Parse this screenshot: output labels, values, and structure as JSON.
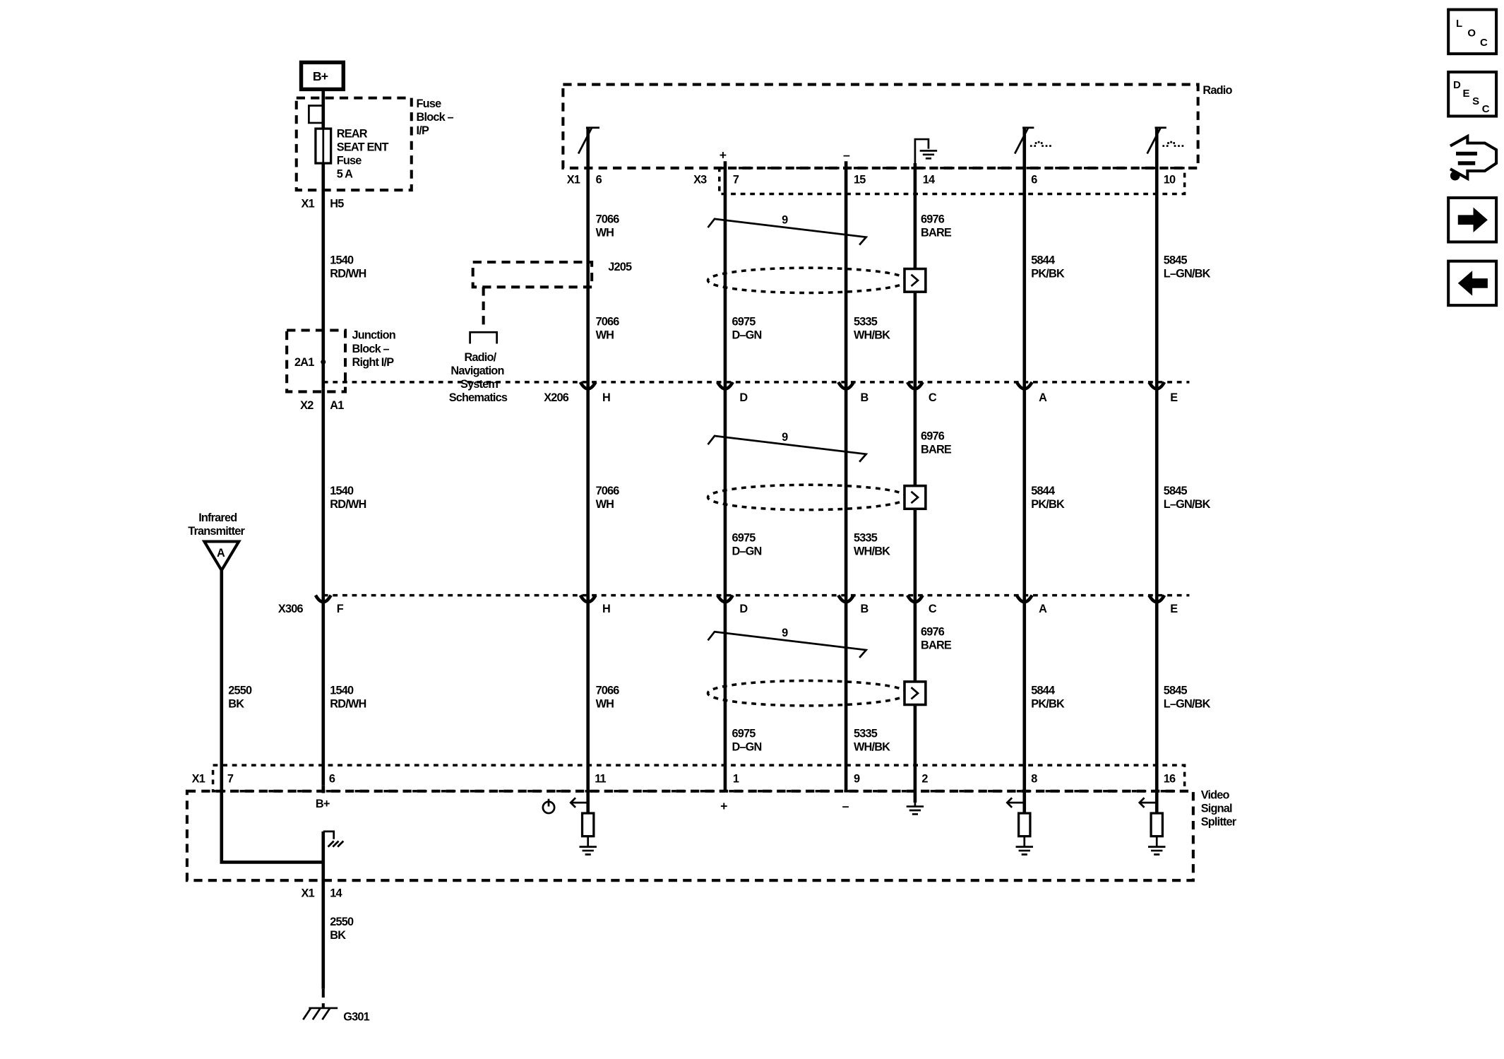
{
  "nav": {
    "loc": {
      "l1": "L",
      "l2": "O",
      "l3": "C"
    },
    "desc": {
      "l1": "D",
      "l2": "E",
      "l3": "S",
      "l4": "C"
    }
  },
  "labels": {
    "bplus": "B+",
    "fuse_block": [
      "Fuse",
      "Block –",
      "I/P"
    ],
    "fuse": [
      "REAR",
      "SEAT ENT",
      "Fuse",
      "5 A"
    ],
    "junction_block": [
      "Junction",
      "Block –",
      "Right I/P"
    ],
    "jb_pin": "2A1",
    "radio": "Radio",
    "j205": "J205",
    "radio_nav_ref": [
      "Radio/",
      "Navigation",
      "System",
      "Schematics"
    ],
    "ir_transmitter": [
      "Infrared",
      "Transmitter"
    ],
    "ir_pin": "A",
    "vss": [
      "Video",
      "Signal",
      "Splitter"
    ],
    "vss_bplus": "B+",
    "g301": "G301",
    "twist": "9"
  },
  "connectors": {
    "x1_h5": [
      "X1",
      "H5"
    ],
    "x2_a1": [
      "X2",
      "A1"
    ],
    "x1_14": [
      "X1",
      "14"
    ],
    "radio_x1": [
      "X1",
      "6"
    ],
    "radio_x3": "X3",
    "radio_pins": [
      "7",
      "15",
      "14",
      "6",
      "10"
    ],
    "x206": "X206",
    "x206_pins": [
      "H",
      "D",
      "B",
      "C",
      "A",
      "E"
    ],
    "x306": "X306",
    "x306_pins": [
      "F",
      "H",
      "D",
      "B",
      "C",
      "A",
      "E"
    ],
    "vss_x1": "X1",
    "vss_pins": [
      "7",
      "6",
      "11",
      "1",
      "9",
      "2",
      "8",
      "16"
    ],
    "radio_signs": [
      "+",
      "–"
    ],
    "vss_signs": [
      "+",
      "–"
    ]
  },
  "wires": {
    "power_a": [
      "1540",
      "RD/WH"
    ],
    "power_b": [
      "1540",
      "RD/WH"
    ],
    "power_c": [
      "1540",
      "RD/WH"
    ],
    "ir_gnd": [
      "2550",
      "BK"
    ],
    "gnd": [
      "2550",
      "BK"
    ],
    "c7066_a": [
      "7066",
      "WH"
    ],
    "c7066_b": [
      "7066",
      "WH"
    ],
    "c7066_c": [
      "7066",
      "WH"
    ],
    "c7066_d": [
      "7066",
      "WH"
    ],
    "c6975_a": [
      "6975",
      "D–GN"
    ],
    "c6975_b": [
      "6975",
      "D–GN"
    ],
    "c6975_c": [
      "6975",
      "D–GN"
    ],
    "c5335_a": [
      "5335",
      "WH/BK"
    ],
    "c5335_b": [
      "5335",
      "WH/BK"
    ],
    "c5335_c": [
      "5335",
      "WH/BK"
    ],
    "c6976_a": [
      "6976",
      "BARE"
    ],
    "c6976_b": [
      "6976",
      "BARE"
    ],
    "c6976_c": [
      "6976",
      "BARE"
    ],
    "c5844_a": [
      "5844",
      "PK/BK"
    ],
    "c5844_b": [
      "5844",
      "PK/BK"
    ],
    "c5844_c": [
      "5844",
      "PK/BK"
    ],
    "c5845_a": [
      "5845",
      "L–GN/BK"
    ],
    "c5845_b": [
      "5845",
      "L–GN/BK"
    ],
    "c5845_c": [
      "5845",
      "L–GN/BK"
    ]
  }
}
